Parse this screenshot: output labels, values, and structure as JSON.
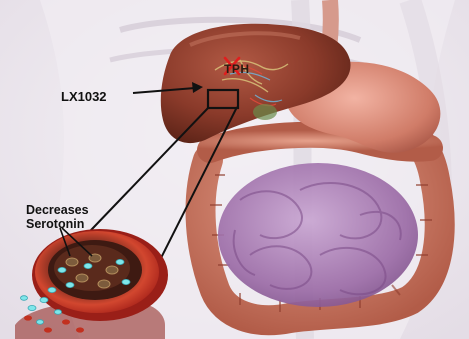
{
  "labels": {
    "drug": "LX1032",
    "effect_line1": "Decreases",
    "effect_line2": "Serotonin",
    "enzyme": "TPH"
  },
  "colors": {
    "liver": "#8a3a2a",
    "stomach": "#d8806e",
    "intestine": "#a87ab0",
    "vessel_wall": "#b4221c",
    "serotonin_dots": "#7fe6ea",
    "background": "#eeeaf0"
  },
  "icons": {
    "inhibit_mark": "red-x-icon"
  }
}
